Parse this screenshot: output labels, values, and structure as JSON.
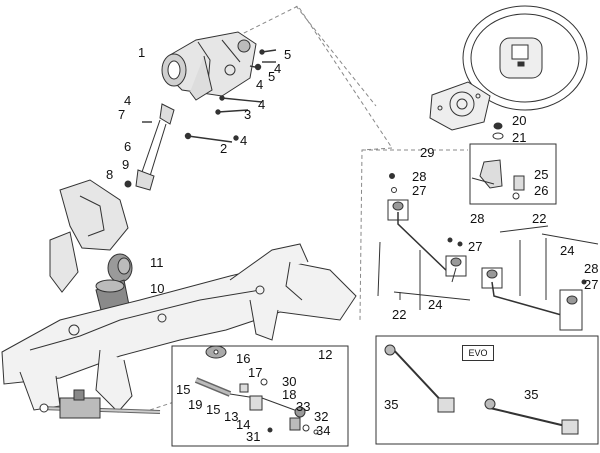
{
  "callouts": [
    {
      "id": "c1",
      "text": "1"
    },
    {
      "id": "c2",
      "text": "2"
    },
    {
      "id": "c3",
      "text": "3"
    },
    {
      "id": "c4a",
      "text": "4"
    },
    {
      "id": "c4b",
      "text": "4"
    },
    {
      "id": "c4c",
      "text": "4"
    },
    {
      "id": "c4d",
      "text": "4"
    },
    {
      "id": "c4e",
      "text": "4"
    },
    {
      "id": "c5a",
      "text": "5"
    },
    {
      "id": "c5b",
      "text": "5"
    },
    {
      "id": "c6",
      "text": "6"
    },
    {
      "id": "c7",
      "text": "7"
    },
    {
      "id": "c8",
      "text": "8"
    },
    {
      "id": "c9",
      "text": "9"
    },
    {
      "id": "c10",
      "text": "10"
    },
    {
      "id": "c11",
      "text": "11"
    },
    {
      "id": "c12",
      "text": "12"
    },
    {
      "id": "c13",
      "text": "13"
    },
    {
      "id": "c14",
      "text": "14"
    },
    {
      "id": "c15a",
      "text": "15"
    },
    {
      "id": "c15b",
      "text": "15"
    },
    {
      "id": "c16",
      "text": "16"
    },
    {
      "id": "c17",
      "text": "17"
    },
    {
      "id": "c18",
      "text": "18"
    },
    {
      "id": "c19",
      "text": "19"
    },
    {
      "id": "c20",
      "text": "20"
    },
    {
      "id": "c21",
      "text": "21"
    },
    {
      "id": "c22a",
      "text": "22"
    },
    {
      "id": "c22b",
      "text": "22"
    },
    {
      "id": "c24a",
      "text": "24"
    },
    {
      "id": "c24b",
      "text": "24"
    },
    {
      "id": "c25",
      "text": "25"
    },
    {
      "id": "c26",
      "text": "26"
    },
    {
      "id": "c27a",
      "text": "27"
    },
    {
      "id": "c27b",
      "text": "27"
    },
    {
      "id": "c27c",
      "text": "27"
    },
    {
      "id": "c28a",
      "text": "28"
    },
    {
      "id": "c28b",
      "text": "28"
    },
    {
      "id": "c28c",
      "text": "28"
    },
    {
      "id": "c29",
      "text": "29"
    },
    {
      "id": "c30",
      "text": "30"
    },
    {
      "id": "c31",
      "text": "31"
    },
    {
      "id": "c32",
      "text": "32"
    },
    {
      "id": "c33",
      "text": "33"
    },
    {
      "id": "c34",
      "text": "34"
    },
    {
      "id": "c35a",
      "text": "35"
    },
    {
      "id": "c35b",
      "text": "35"
    }
  ],
  "evo_label": "EVO",
  "colors": {
    "line": "#333333",
    "dash": "#888888",
    "part_fill": "#e6e6e6",
    "part_dark": "#8a8a8a",
    "frame": "#d2d2d2"
  }
}
